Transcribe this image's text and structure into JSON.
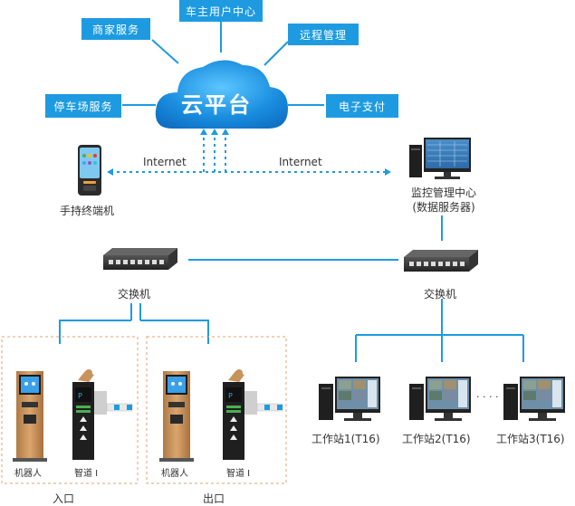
{
  "cloud": {
    "label": "云平台"
  },
  "services": {
    "merchant": "商家服务",
    "owner_center": "车主用户中心",
    "remote_mgmt": "远程管理",
    "parking": "停车场服务",
    "payment": "电子支付"
  },
  "network": {
    "left": "Internet",
    "right": "Internet"
  },
  "handheld": {
    "label": "手持终端机"
  },
  "monitor_center": {
    "line1": "监控管理中心",
    "line2": "(数据服务器)"
  },
  "switch_left": {
    "label": "交换机"
  },
  "switch_right": {
    "label": "交换机"
  },
  "entrance": {
    "robot": "机器人",
    "gate": "智道 I",
    "label": "入口"
  },
  "exit": {
    "robot": "机器人",
    "gate": "智道 I",
    "label": "出口"
  },
  "workstations": [
    "工作站1(T16)",
    "工作站2(T16)",
    "工作站3(T16)"
  ],
  "ellipsis": "· · · ·",
  "colors": {
    "accent": "#1e9be0",
    "robot": "#c8935a",
    "dash": "#e8a070"
  }
}
